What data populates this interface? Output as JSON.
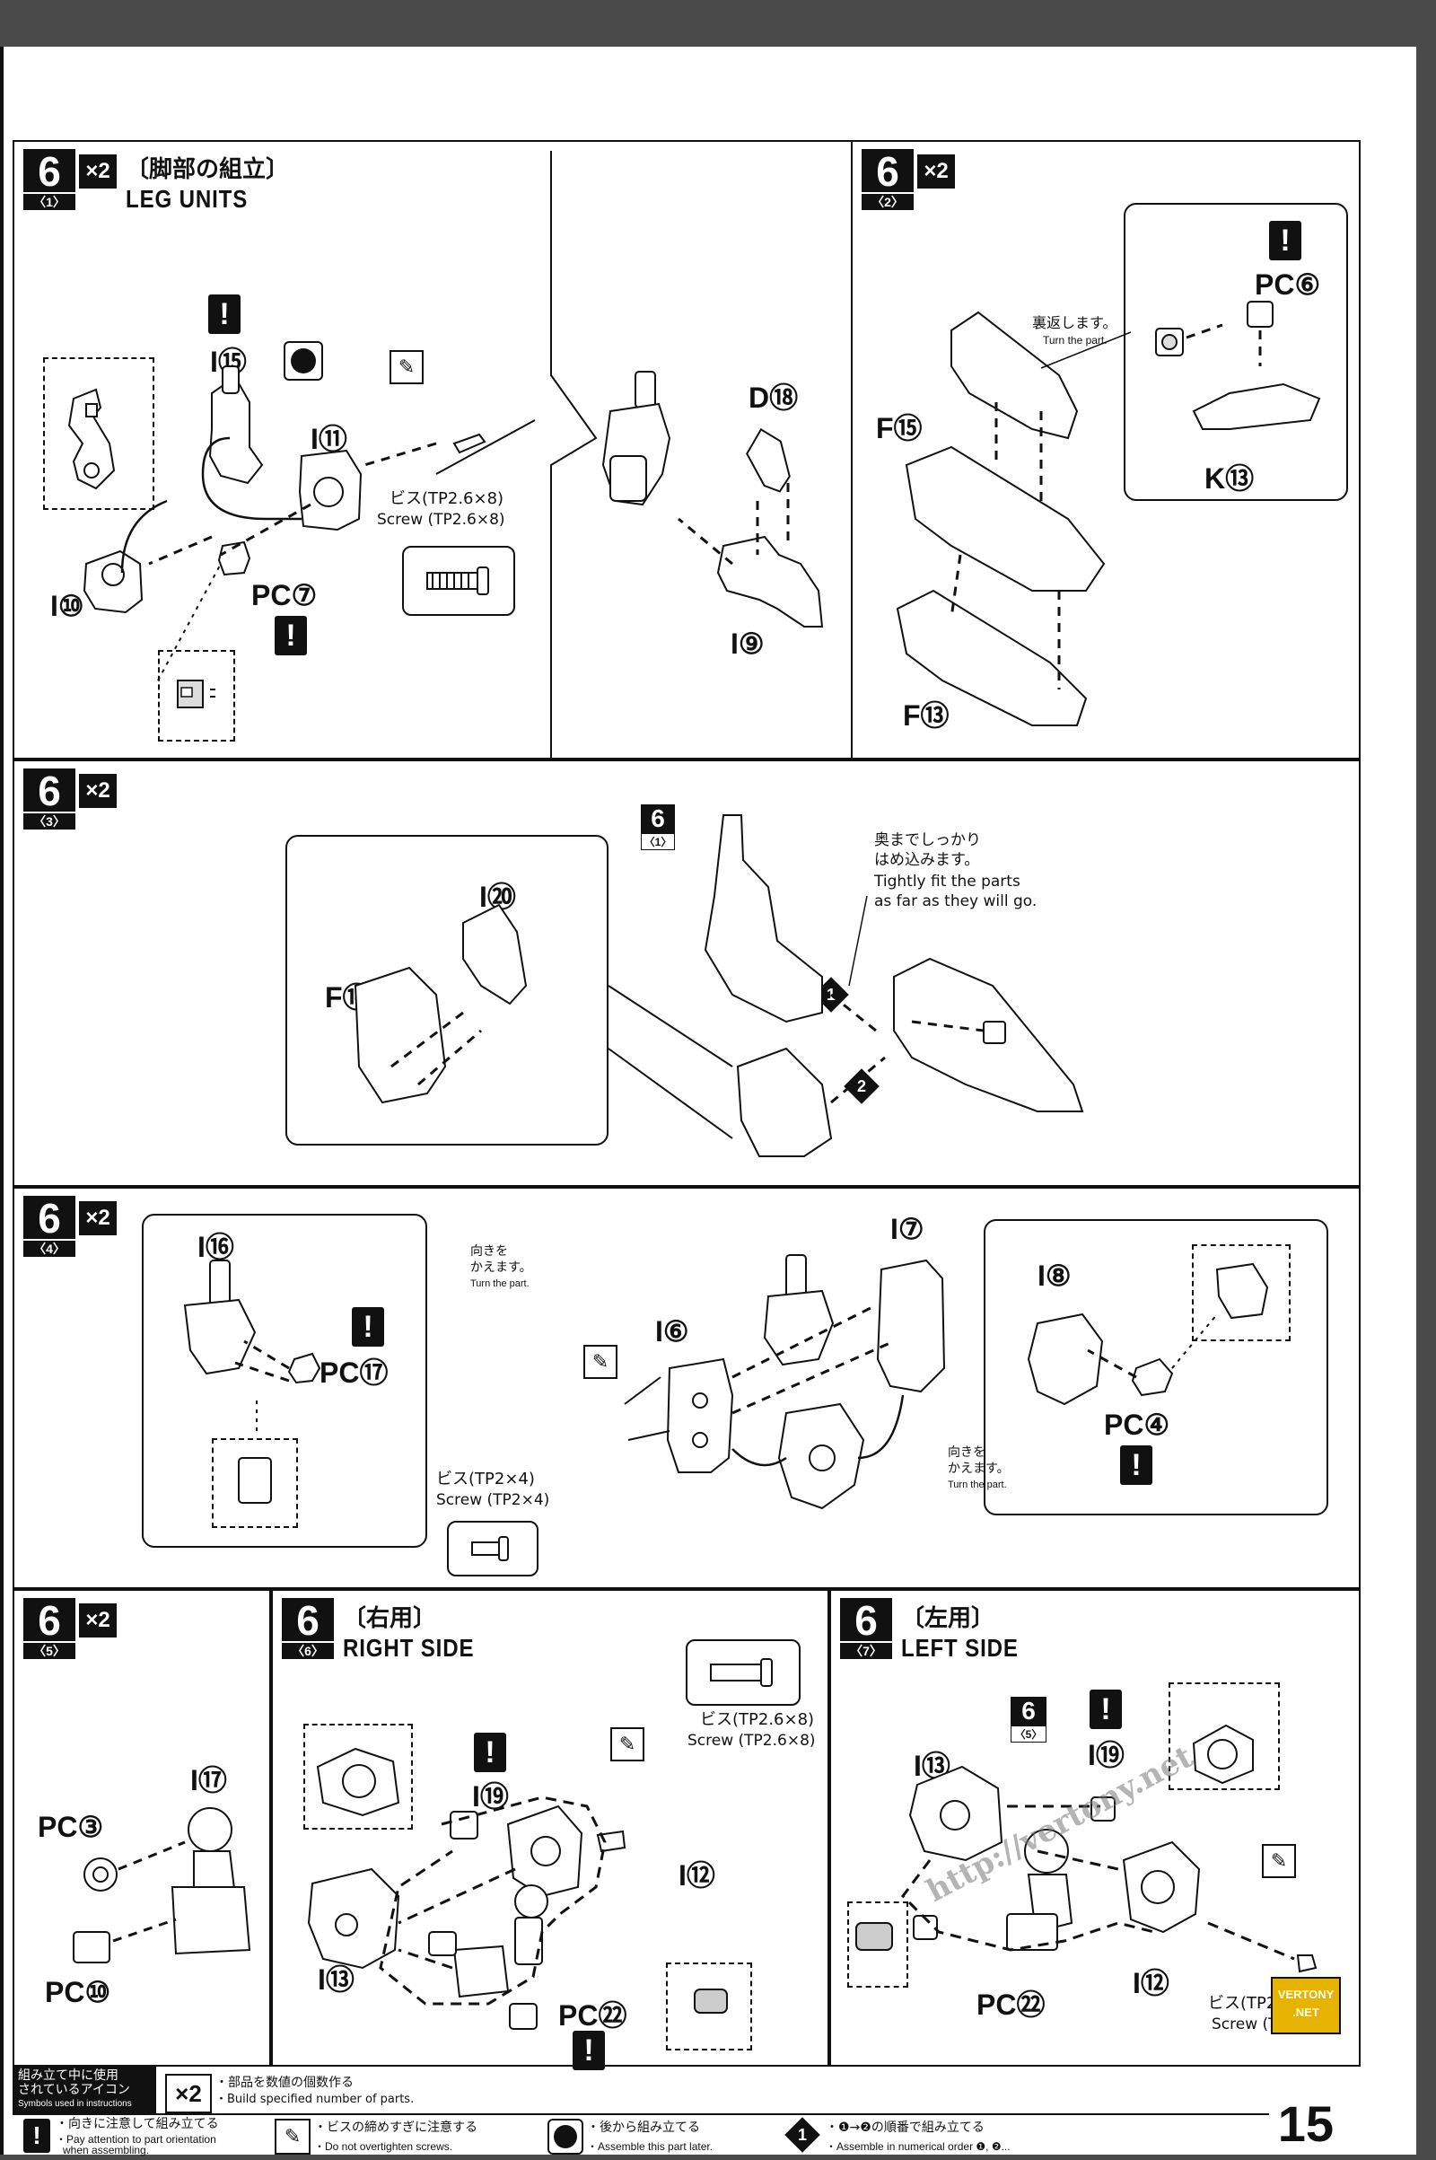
{
  "page_number": "15",
  "steps": {
    "s1": {
      "num": "6",
      "sub": "〈1〉",
      "times": "×2",
      "jp": "〔脚部の組立〕",
      "en": "LEG UNITS",
      "labels": [
        "I⑮",
        "I⑪",
        "I⑩",
        "PC⑦",
        "I⑨",
        "D⑱"
      ],
      "screw_jp": "ビス(TP2.6×8)",
      "screw_en": "Screw (TP2.6×8)"
    },
    "s2": {
      "num": "6",
      "sub": "〈2〉",
      "times": "×2",
      "labels": [
        "F⑮",
        "F⑬",
        "PC⑥",
        "K⑬"
      ],
      "note_jp": "裏返します。",
      "note_en": "Turn the part."
    },
    "s3": {
      "num": "6",
      "sub": "〈3〉",
      "times": "×2",
      "labels": [
        "I⑳",
        "F⑭"
      ],
      "ref_num": "6",
      "ref_sub": "〈1〉",
      "note_jp1": "奥までしっかり",
      "note_jp2": "はめ込みます。",
      "note_en1": "Tightly fit the parts",
      "note_en2": "as far as they will go.",
      "order1": "1",
      "order2": "2"
    },
    "s4": {
      "num": "6",
      "sub": "〈4〉",
      "times": "×2",
      "labels": [
        "I⑯",
        "PC⑰",
        "I⑦",
        "I⑥",
        "I⑧",
        "PC④"
      ],
      "turn_jp1": "向きを",
      "turn_jp2": "かえます。",
      "turn_en": "Turn the part.",
      "screw_jp": "ビス(TP2×4)",
      "screw_en": "Screw (TP2×4)"
    },
    "s5": {
      "num": "6",
      "sub": "〈5〉",
      "times": "×2",
      "labels": [
        "I⑰",
        "PC③",
        "PC⑩"
      ]
    },
    "s6": {
      "num": "6",
      "sub": "〈6〉",
      "jp": "〔右用〕",
      "en": "RIGHT SIDE",
      "labels": [
        "I⑲",
        "I⑫",
        "I⑬",
        "PC㉒"
      ],
      "screw_jp": "ビス(TP2.6×8)",
      "screw_en": "Screw (TP2.6×8)"
    },
    "s7": {
      "num": "6",
      "sub": "〈7〉",
      "jp": "〔左用〕",
      "en": "LEFT SIDE",
      "labels": [
        "I⑬",
        "I⑲",
        "I⑫",
        "PC㉒"
      ],
      "ref_num": "6",
      "ref_sub": "〈5〉",
      "screw_jp": "ビス(TP2.6×8)",
      "screw_en": "Screw (TP2.6×8)"
    }
  },
  "legend": {
    "title_jp1": "組み立て中に使用",
    "title_jp2": "されているアイコン",
    "title_en": "Symbols used in instructions",
    "x2_jp": "・部品を数値の個数作る",
    "x2_en": "・Build specified number of parts.",
    "warn_jp": "・向きに注意して組み立てる",
    "warn_en1": "・Pay attention to part orientation",
    "warn_en2": "when assembling.",
    "screw_jp": "・ビスの締めすぎに注意する",
    "screw_en": "・Do not overtighten screws.",
    "later_jp": "・後から組み立てる",
    "later_en": "・Assemble this part later.",
    "order_jp": "・❶→❷の順番で組み立てる",
    "order_en": "・Assemble in numerical order ❶, ❷..."
  },
  "watermark": {
    "url": "http://vertony.net",
    "badge1": "VERTONY",
    "badge2": ".NET"
  }
}
